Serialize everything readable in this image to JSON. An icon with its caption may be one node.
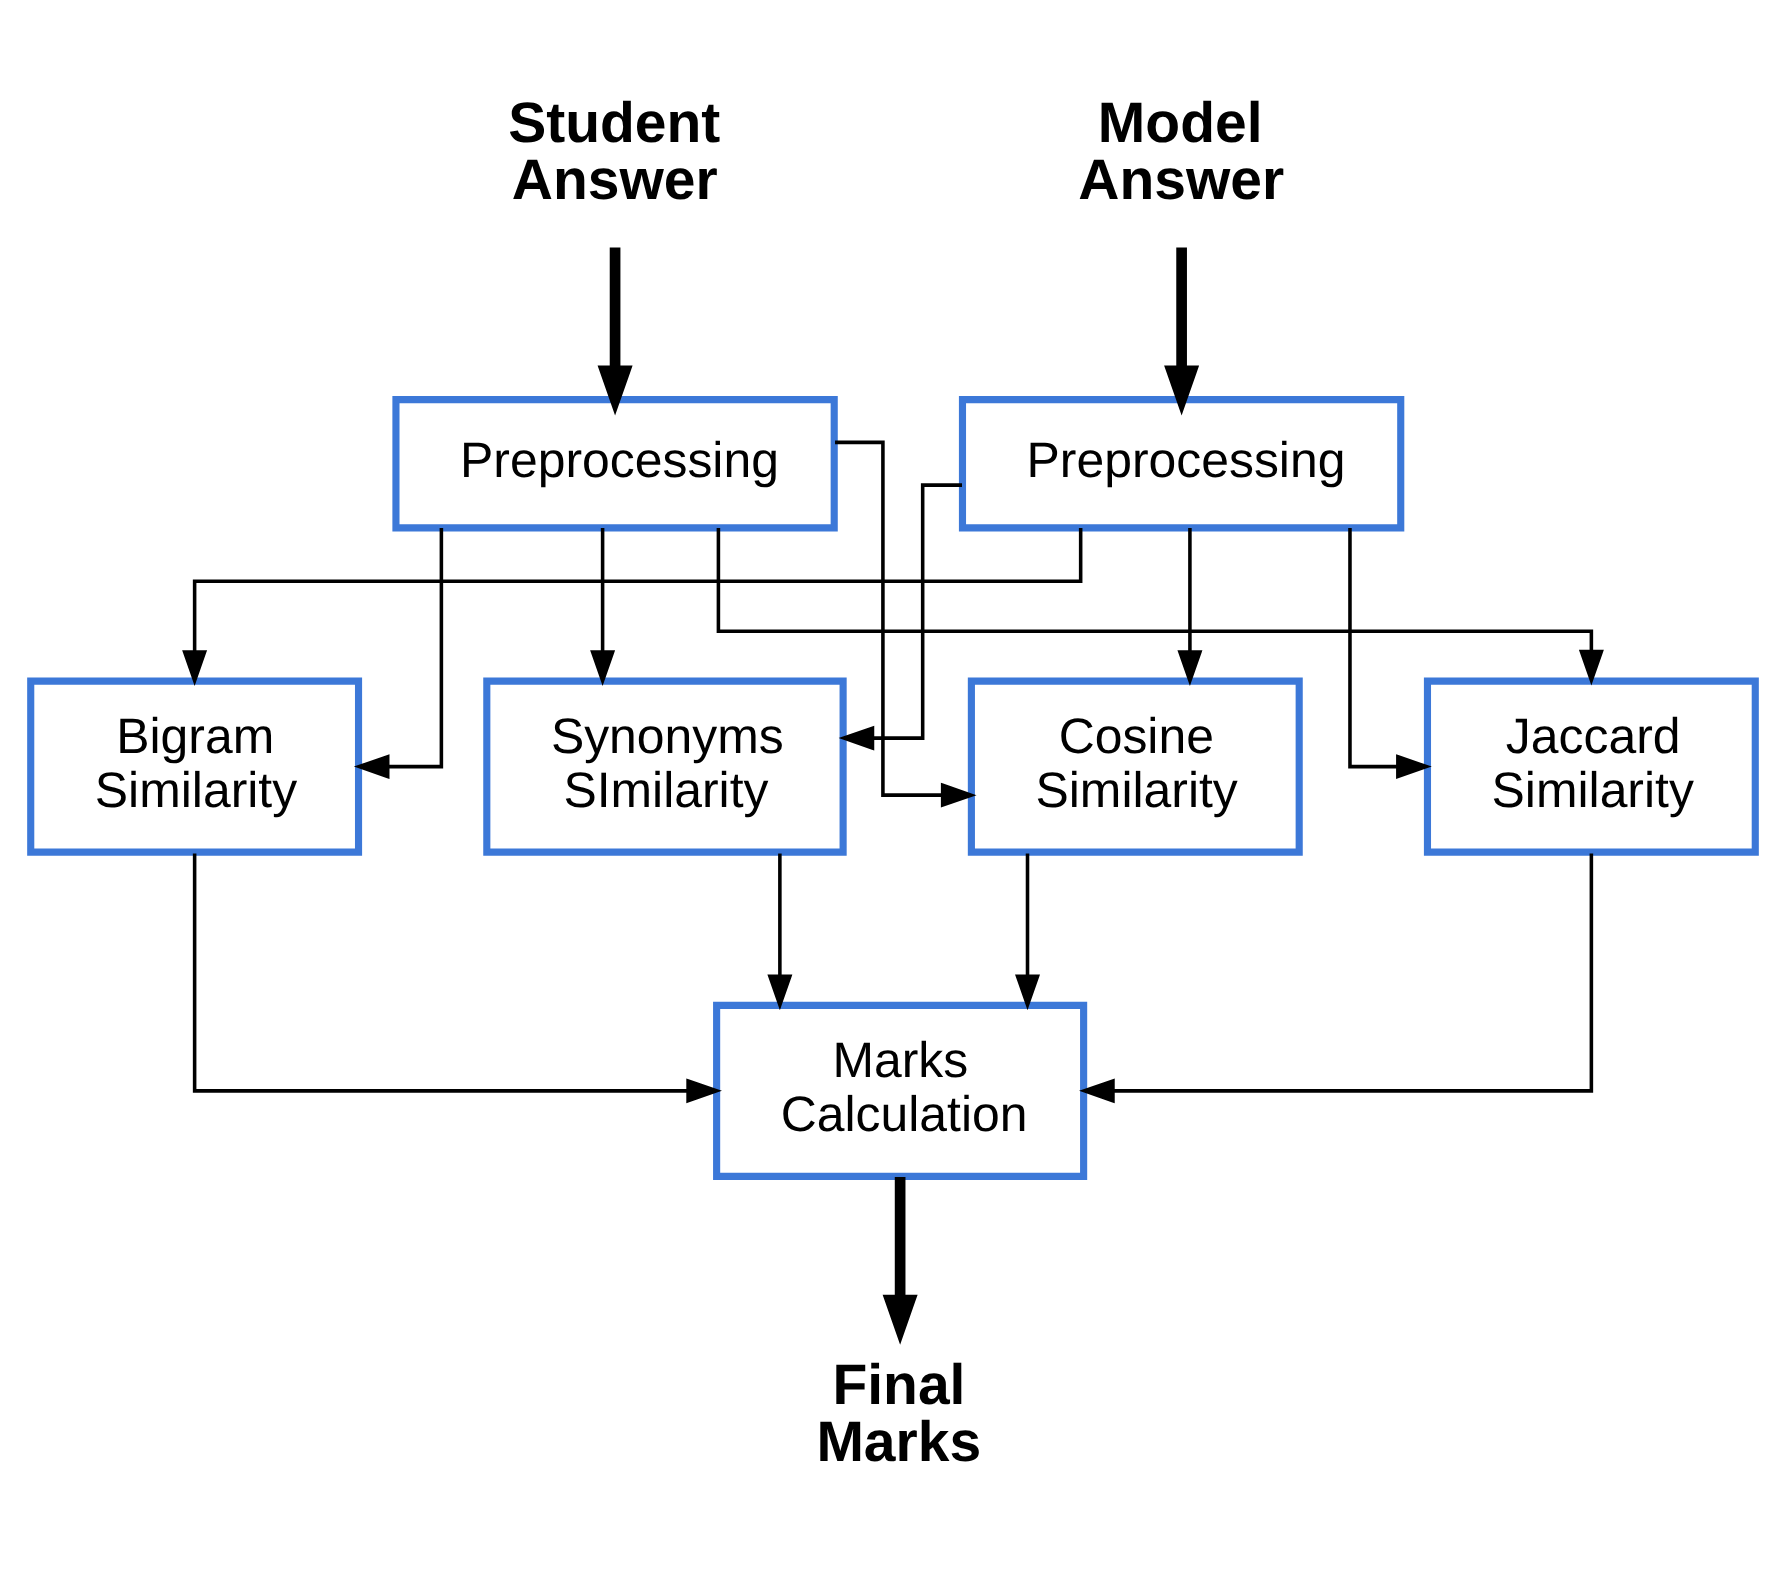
{
  "diagram": {
    "nodes": [
      {
        "text": [
          "Student Answer"
        ]
      },
      {
        "text": [
          "Model Answer"
        ]
      },
      {
        "text": [
          "Preprocessing"
        ]
      },
      {
        "text": [
          "Preprocessing"
        ]
      },
      {
        "text": [
          "Cosine Similarity"
        ]
      },
      {
        "text": [
          "Jaccard Similarity"
        ]
      },
      {
        "text": [
          "Bigram Similarity"
        ]
      },
      {
        "text": [
          "Synonyms SImilarity"
        ]
      },
      {
        "text": [
          "Marks Calculation"
        ]
      },
      {
        "text": [
          "Final Marks"
        ]
      }
    ],
    "edges": [
      {
        "from": 0,
        "to": 2,
        "arrow": "to",
        "style": "thick"
      },
      {
        "from": 1,
        "to": 3,
        "arrow": "to",
        "style": "thick"
      },
      {
        "from": 2,
        "to": 4,
        "arrow": "to"
      },
      {
        "from": 2,
        "to": 5,
        "arrow": "to"
      },
      {
        "from": 2,
        "to": 6,
        "arrow": "to"
      },
      {
        "from": 2,
        "to": 7,
        "arrow": "to"
      },
      {
        "from": 3,
        "to": 4,
        "arrow": "to"
      },
      {
        "from": 3,
        "to": 5,
        "arrow": "to"
      },
      {
        "from": 3,
        "to": 6,
        "arrow": "to"
      },
      {
        "from": 3,
        "to": 7,
        "arrow": "to"
      },
      {
        "from": 4,
        "to": 8,
        "arrow": "to"
      },
      {
        "from": 5,
        "to": 8,
        "arrow": "to"
      },
      {
        "from": 6,
        "to": 8,
        "arrow": "to"
      },
      {
        "from": 7,
        "to": 8,
        "arrow": "to"
      },
      {
        "from": 8,
        "to": 9,
        "arrow": "to",
        "style": "thick"
      }
    ]
  }
}
